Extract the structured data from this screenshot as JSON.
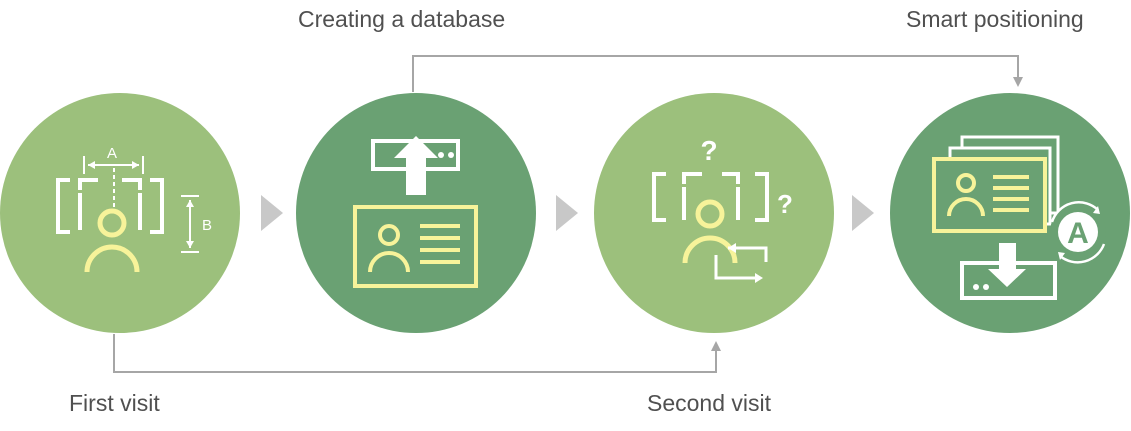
{
  "labels": {
    "creating_database": "Creating a database",
    "smart_positioning": "Smart positioning",
    "first_visit": "First visit",
    "second_visit": "Second visit"
  },
  "icon_text": {
    "dim_a": "A",
    "dim_b": "B",
    "question_1": "?",
    "question_2": "?",
    "badge_a": "A"
  },
  "colors": {
    "circle_light": "#9cc07c",
    "circle_dark": "#6aa173",
    "line_white": "#ffffff",
    "person_yellow": "#f7f39a",
    "arrow_grey": "#c8c8c8",
    "connector_grey": "#a6a6a6",
    "text": "#505050"
  },
  "icons": [
    "camera-frame-measure-icon",
    "upload-id-card-icon",
    "camera-recognition-icon",
    "smart-position-icon"
  ]
}
